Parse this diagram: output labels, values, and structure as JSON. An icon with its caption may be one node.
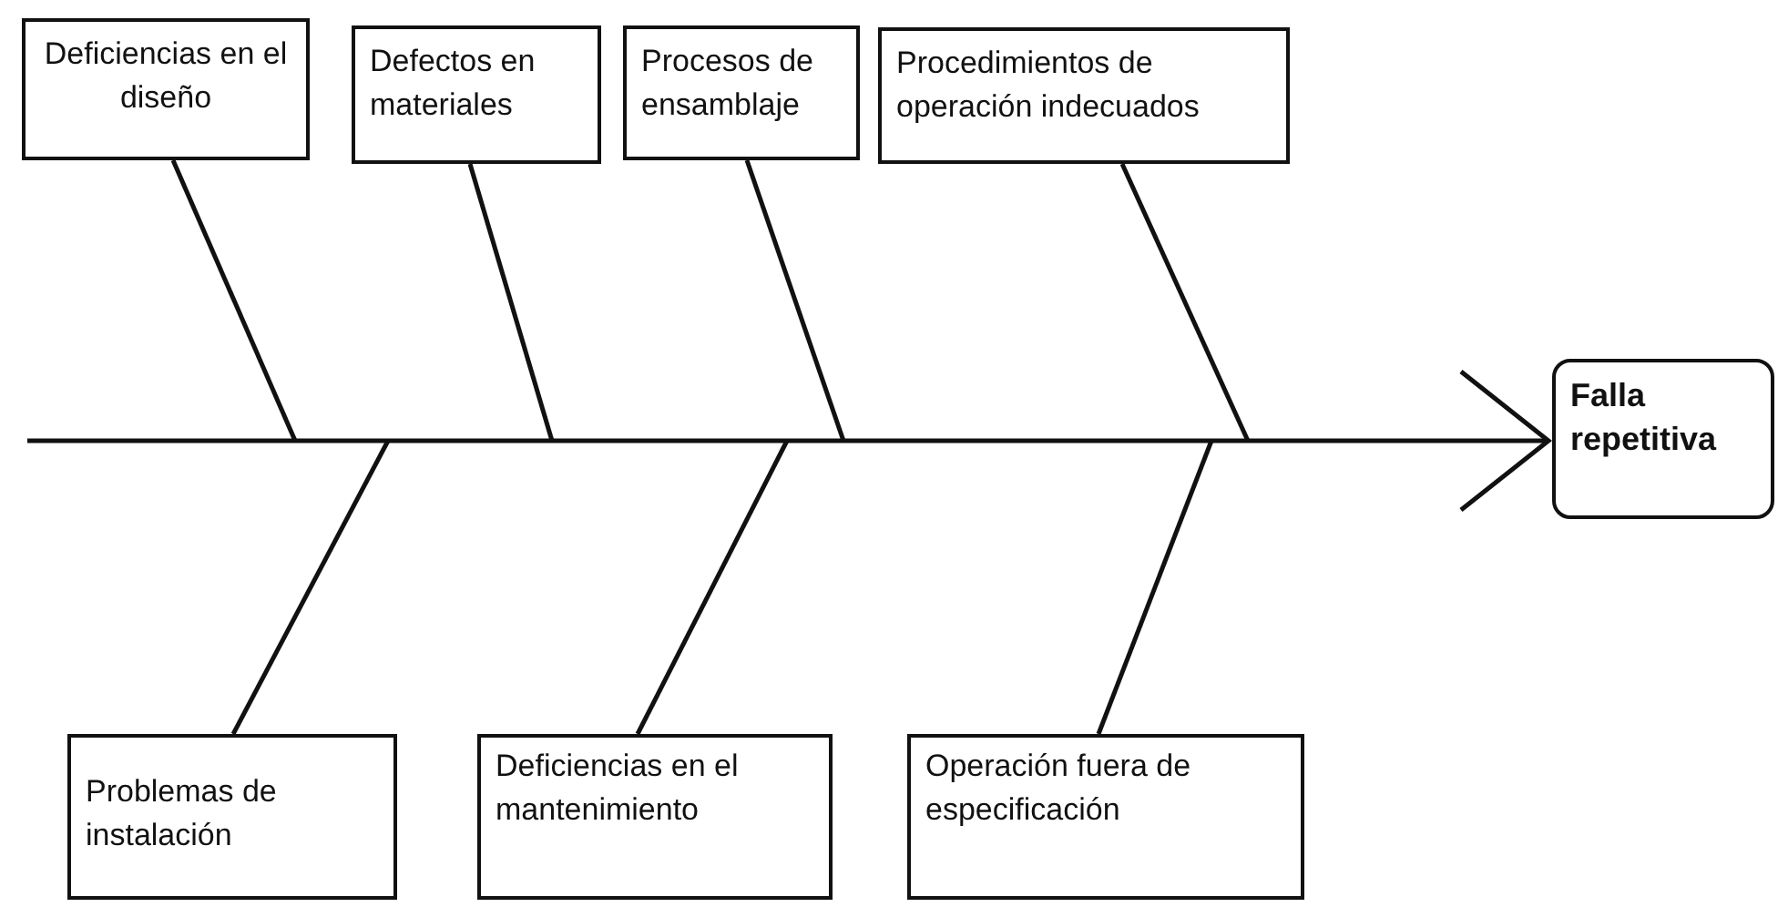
{
  "diagram": {
    "nodes": [
      {
        "text": [
          "Deficiencias en el diseño"
        ]
      },
      {
        "text": [
          "Defectos en materiales"
        ]
      },
      {
        "text": [
          "Procesos de ensamblaje"
        ]
      },
      {
        "text": [
          "Procedimientos de operación indecuados"
        ]
      },
      {
        "text": [
          "Problemas de instalación"
        ]
      },
      {
        "text": [
          "Deficiencias en el mantenimiento"
        ]
      },
      {
        "text": [
          "Operación fuera de especificación"
        ]
      },
      {
        "text": [
          "Falla repetitiva"
        ]
      }
    ],
    "edges": [
      {
        "from": null,
        "to": 7,
        "arrow": "to"
      },
      {
        "from": 0,
        "to": null,
        "arrow": "none"
      },
      {
        "from": 1,
        "to": null,
        "arrow": "none"
      },
      {
        "from": 2,
        "to": null,
        "arrow": "none"
      },
      {
        "from": 3,
        "to": null,
        "arrow": "none"
      },
      {
        "from": 4,
        "to": null,
        "arrow": "none"
      },
      {
        "from": 5,
        "to": null,
        "arrow": "none"
      },
      {
        "from": 6,
        "to": null,
        "arrow": "none"
      }
    ]
  }
}
